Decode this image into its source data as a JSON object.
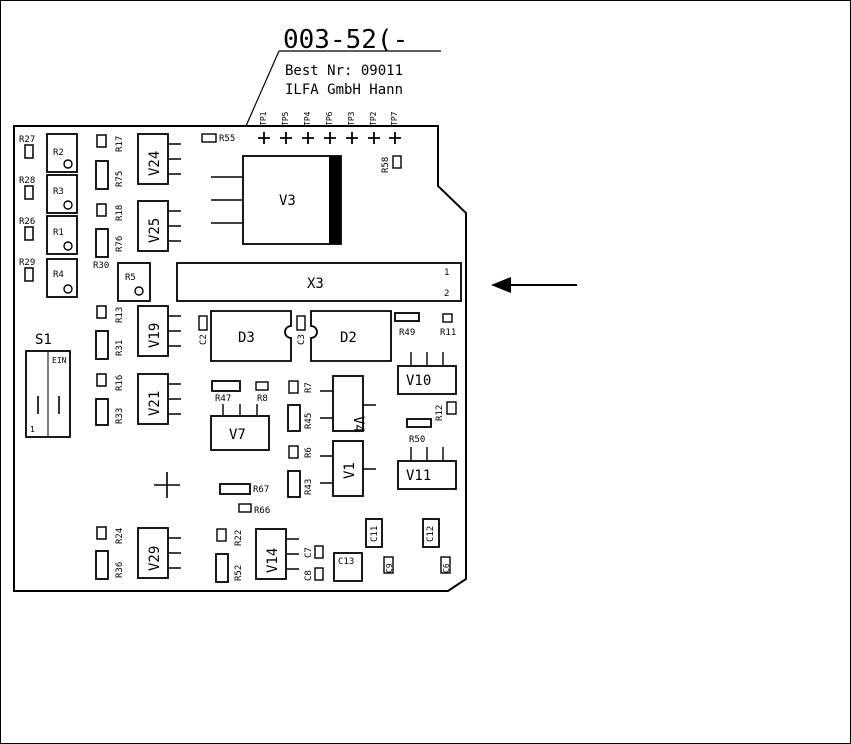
{
  "header": {
    "part_number": "003-52(-",
    "order_line": "Best Nr: 09011",
    "maker_line": "ILFA GmbH Hann"
  },
  "test_points": [
    "TP1",
    "TP5",
    "TP4",
    "TP6",
    "TP3",
    "TP2",
    "TP7"
  ],
  "connector": {
    "label": "X3",
    "pin1": "1",
    "pin2": "2"
  },
  "switch": {
    "label": "S1",
    "ein": "EIN",
    "pos": "1"
  },
  "components": {
    "R27": "R27",
    "R28": "R28",
    "R26": "R26",
    "R29": "R29",
    "R2": "R2",
    "R3": "R3",
    "R1": "R1",
    "R4": "R4",
    "R30": "R30",
    "R5": "R5",
    "R17": "R17",
    "R75": "R75",
    "R18": "R18",
    "R76": "R76",
    "R13": "R13",
    "R31": "R31",
    "R16": "R16",
    "R33": "R33",
    "R24": "R24",
    "R36": "R36",
    "R55": "R55",
    "R58": "R58",
    "R47": "R47",
    "R8": "R8",
    "R7": "R7",
    "R45": "R45",
    "R6": "R6",
    "R43": "R43",
    "R49": "R49",
    "R11": "R11",
    "R12": "R12",
    "R50": "R50",
    "R67": "R67",
    "R66": "R66",
    "R22": "R22",
    "R52": "R52",
    "V24": "V24",
    "V25": "V25",
    "V19": "V19",
    "V21": "V21",
    "V29": "V29",
    "V3": "V3",
    "V7": "V7",
    "V4": "V4",
    "V1": "V1",
    "V10": "V10",
    "V11": "V11",
    "V14": "V14",
    "D3": "D3",
    "D2": "D2",
    "C2": "C2",
    "C3": "C3",
    "C7": "C7",
    "C8": "C8",
    "C11": "C11",
    "C12": "C12",
    "C13": "C13",
    "C9": "C9",
    "C6": "C6"
  }
}
